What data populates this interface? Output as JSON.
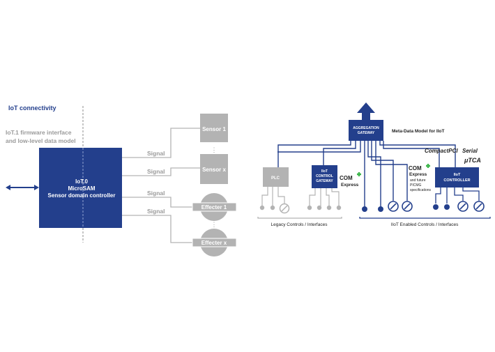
{
  "left": {
    "heading": "IoT connectivity",
    "fw_line1": "IoT.1 firmware interface",
    "fw_line2": "and low-level data model",
    "controller_line1": "IoT.0",
    "controller_line2": "MicroSAM",
    "controller_line3": "Sensor domain controller",
    "signals": [
      "Signal",
      "Signal",
      "Signal",
      "Signal"
    ],
    "sensor_1": "Sensor 1",
    "sensor_x": "Sensor x",
    "effecter_1": "Effecter 1",
    "effecter_x": "Effecter x",
    "ellipsis": "⋮"
  },
  "right": {
    "aggregation_line1": "AGGREGATION",
    "aggregation_line2": "GATEWAY",
    "meta_data": "Meta-Data Model for IIoT",
    "compactpci": "CompactPCI",
    "compactpci_suffix": "Serial",
    "utca": "μTCA",
    "plc": "PLC",
    "iiot_gateway_line1": "IIoT",
    "iiot_gateway_line2": "CONTROL",
    "iiot_gateway_line3": "GATEWAY",
    "com_line1": "COM",
    "com_line2": "Express",
    "com2_line1": "COM",
    "com2_line2": "Express",
    "com2_line3": "and future",
    "com2_line4": "PICMG",
    "com2_line5": "specifications",
    "iiot_controller_line1": "IIoT",
    "iiot_controller_line2": "CONTROLLER",
    "legacy_label": "Legacy Controls / Interfaces",
    "enabled_label": "IIoT Enabled Controls / Interfaces"
  },
  "colors": {
    "navy": "#233f8c",
    "gray": "#b3b3b3",
    "gray_text": "#9a9a9a",
    "dark_text": "#222222",
    "green": "#3bb54a"
  }
}
